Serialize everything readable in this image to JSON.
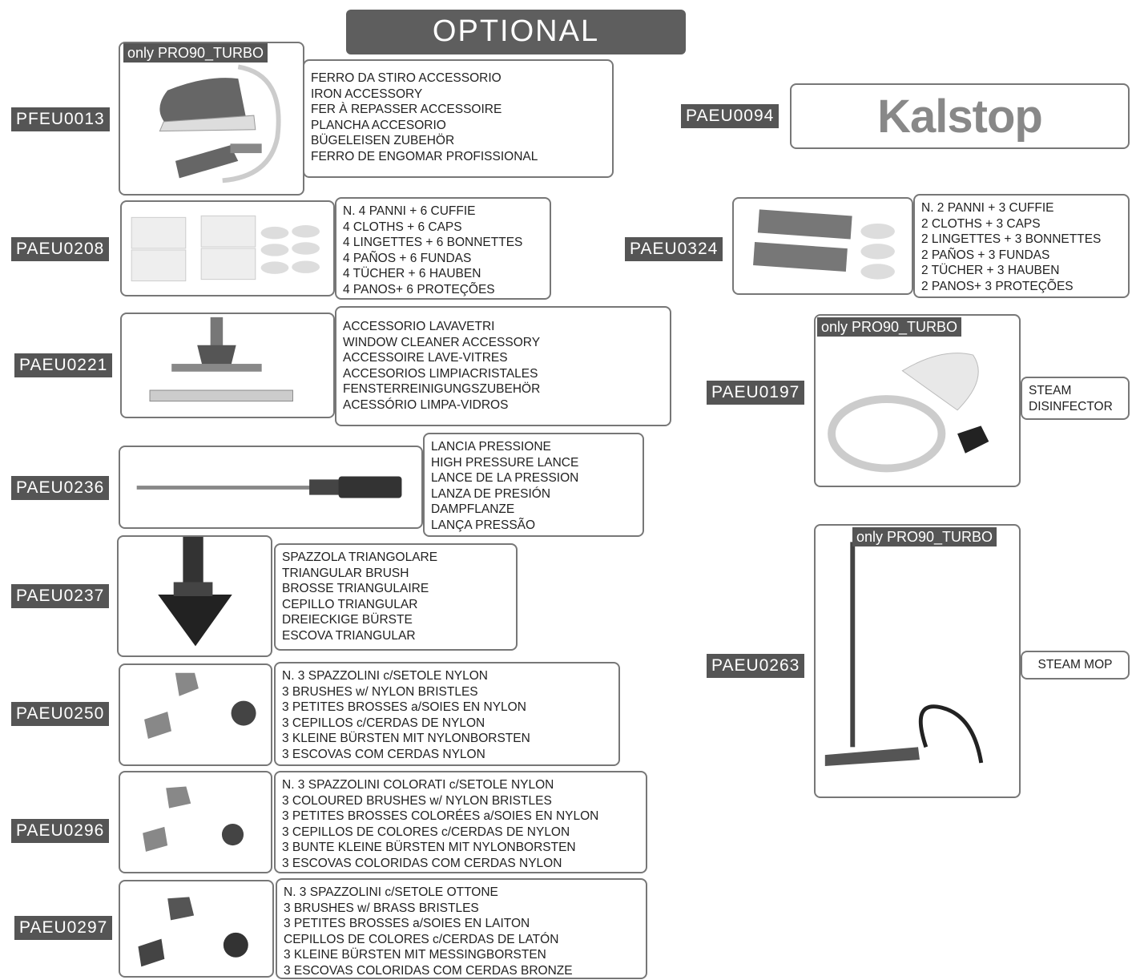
{
  "title": "OPTIONAL",
  "badge_text": "only PRO90_TURBO",
  "logo": {
    "text": "Kalstop",
    "icon": "kalstop-logo"
  },
  "left_items": [
    {
      "code": "PFEU0013",
      "icon": "iron-icon",
      "lines": [
        "FERRO DA STIRO ACCESSORIO",
        "IRON ACCESSORY",
        "FER À REPASSER ACCESSOIRE",
        "PLANCHA ACCESORIO",
        "BÜGELEISEN ZUBEHÖR",
        "FERRO DE ENGOMAR PROFISSIONAL"
      ]
    },
    {
      "code": "PAEU0208",
      "icon": "cloths-caps-icon",
      "lines": [
        "N. 4 PANNI + 6 CUFFIE",
        "4 CLOTHS + 6 CAPS",
        "4 LINGETTES + 6 BONNETTES",
        "4 PAÑOS + 6 FUNDAS",
        "4 TÜCHER + 6 HAUBEN",
        "4 PANOS+ 6 PROTEÇÕES"
      ]
    },
    {
      "code": "PAEU0221",
      "icon": "window-cleaner-icon",
      "lines": [
        "ACCESSORIO LAVAVETRI",
        "WINDOW CLEANER ACCESSORY",
        "ACCESSOIRE LAVE-VITRES",
        "ACCESORIOS LIMPIACRISTALES",
        "FENSTERREINIGUNGSZUBEHÖR",
        "ACESSÓRIO LIMPA-VIDROS"
      ]
    },
    {
      "code": "PAEU0236",
      "icon": "pressure-lance-icon",
      "lines": [
        "LANCIA PRESSIONE",
        "HIGH PRESSURE LANCE",
        "LANCE DE LA PRESSION",
        "LANZA DE PRESIÓN",
        "DAMPFLANZE",
        "LANÇA PRESSÃO"
      ]
    },
    {
      "code": "PAEU0237",
      "icon": "triangular-brush-icon",
      "lines": [
        "SPAZZOLA TRIANGOLARE",
        "TRIANGULAR BRUSH",
        "BROSSE TRIANGULAIRE",
        "CEPILLO TRIANGULAR",
        "DREIECKIGE BÜRSTE",
        "ESCOVA TRIANGULAR"
      ]
    },
    {
      "code": "PAEU0250",
      "icon": "nylon-brushes-icon",
      "lines": [
        "N. 3 SPAZZOLINI c/SETOLE NYLON",
        "3 BRUSHES w/ NYLON BRISTLES",
        "3 PETITES BROSSES a/SOIES EN NYLON",
        "3 CEPILLOS c/CERDAS DE NYLON",
        "3 KLEINE BÜRSTEN MIT NYLONBORSTEN",
        "3 ESCOVAS COM CERDAS NYLON"
      ]
    },
    {
      "code": "PAEU0296",
      "icon": "coloured-brushes-icon",
      "lines": [
        "N. 3 SPAZZOLINI COLORATI c/SETOLE NYLON",
        "3 COLOURED BRUSHES w/ NYLON BRISTLES",
        "3 PETITES BROSSES COLORÉES a/SOIES EN NYLON",
        "3 CEPILLOS DE COLORES c/CERDAS DE NYLON",
        "3 BUNTE KLEINE BÜRSTEN MIT NYLONBORSTEN",
        "3 ESCOVAS COLORIDAS COM CERDAS NYLON"
      ]
    },
    {
      "code": "PAEU0297",
      "icon": "brass-brushes-icon",
      "lines": [
        "N. 3 SPAZZOLINI c/SETOLE OTTONE",
        "3 BRUSHES w/ BRASS BRISTLES",
        "3 PETITES BROSSES a/SOIES EN LAITON",
        "CEPILLOS DE COLORES c/CERDAS DE LATÓN",
        "3 KLEINE BÜRSTEN MIT MESSINGBORSTEN",
        "3 ESCOVAS COLORIDAS COM CERDAS BRONZE"
      ]
    }
  ],
  "right_items": [
    {
      "code": "PAEU0094",
      "icon": "kalstop-logo"
    },
    {
      "code": "PAEU0324",
      "icon": "cloths-caps-icon",
      "lines": [
        "N. 2 PANNI + 3 CUFFIE",
        "2 CLOTHS + 3 CAPS",
        "2 LINGETTES + 3 BONNETTES",
        "2 PAÑOS + 3 FUNDAS",
        "2 TÜCHER + 3 HAUBEN",
        "2 PANOS+ 3 PROTEÇÕES"
      ]
    },
    {
      "code": "PAEU0197",
      "icon": "steam-disinfector-icon",
      "lines": [
        "STEAM",
        "DISINFECTOR"
      ]
    },
    {
      "code": "PAEU0263",
      "icon": "steam-mop-icon",
      "lines": [
        "STEAM MOP"
      ]
    }
  ]
}
